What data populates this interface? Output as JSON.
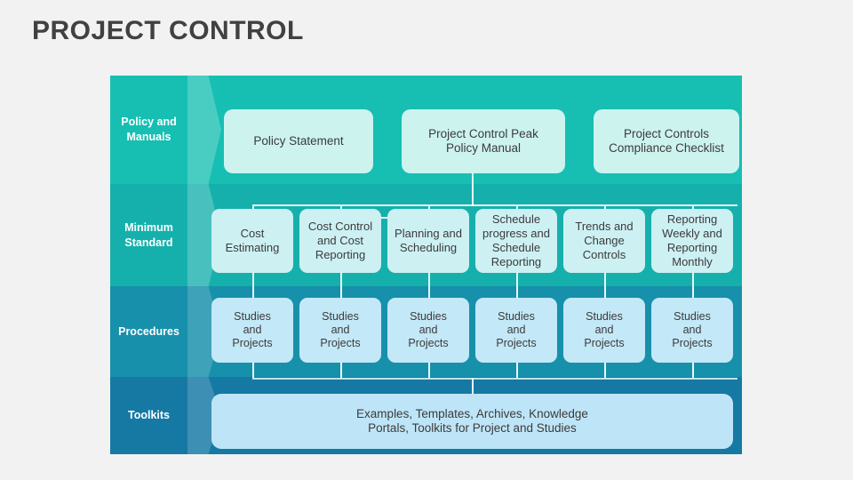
{
  "page": {
    "title": "PROJECT CONTROL",
    "background": "#f2f2f2",
    "title_color": "#414042"
  },
  "bands": [
    {
      "label": "Policy and\nManuals",
      "label_line1": "Policy and",
      "label_line2": "Manuals",
      "color": "#16bfb2",
      "body_color": "#16bfb2"
    },
    {
      "label": "Minimum\nStandard",
      "label_line1": "Minimum",
      "label_line2": "Standard",
      "color": "#15b0ac",
      "body_color": "#15b0ac"
    },
    {
      "label": "Procedures",
      "label_line1": "Procedures",
      "label_line2": "",
      "color": "#1790ab",
      "body_color": "#1790ab"
    },
    {
      "label": "Toolkits",
      "label_line1": "Toolkits",
      "label_line2": "",
      "color": "#1679a4",
      "body_color": "#1679a4"
    }
  ],
  "level1": {
    "nodes": [
      {
        "label": "Policy Statement"
      },
      {
        "label_line1": "Project Control Peak",
        "label_line2": "Policy Manual"
      },
      {
        "label_line1": "Project Controls",
        "label_line2": "Compliance Checklist"
      }
    ],
    "node_color": "#cdf3ef"
  },
  "level2": {
    "nodes": [
      {
        "label_line1": "Cost",
        "label_line2": "Estimating",
        "label_line3": "",
        "label_line4": ""
      },
      {
        "label_line1": "Cost Control",
        "label_line2": "and Cost",
        "label_line3": "Reporting",
        "label_line4": ""
      },
      {
        "label_line1": "Planning and",
        "label_line2": "Scheduling",
        "label_line3": "",
        "label_line4": ""
      },
      {
        "label_line1": "Schedule",
        "label_line2": "progress and",
        "label_line3": "Schedule",
        "label_line4": "Reporting"
      },
      {
        "label_line1": "Trends and",
        "label_line2": "Change",
        "label_line3": "Controls",
        "label_line4": ""
      },
      {
        "label_line1": "Reporting",
        "label_line2": "Weekly and",
        "label_line3": "Reporting",
        "label_line4": "Monthly"
      }
    ],
    "node_color": "#cdf0f3"
  },
  "level3": {
    "nodes": [
      {
        "label_line1": "Studies",
        "label_line2": "and",
        "label_line3": "Projects"
      },
      {
        "label_line1": "Studies",
        "label_line2": "and",
        "label_line3": "Projects"
      },
      {
        "label_line1": "Studies",
        "label_line2": "and",
        "label_line3": "Projects"
      },
      {
        "label_line1": "Studies",
        "label_line2": "and",
        "label_line3": "Projects"
      },
      {
        "label_line1": "Studies",
        "label_line2": "and",
        "label_line3": "Projects"
      },
      {
        "label_line1": "Studies",
        "label_line2": "and",
        "label_line3": "Projects"
      }
    ],
    "node_color": "#c3e8f7"
  },
  "level4": {
    "node": {
      "label_line1": "Examples, Templates, Archives, Knowledge",
      "label_line2": "Portals, Toolkits for Project and Studies"
    },
    "node_color": "#bee5f7"
  },
  "connector_color": "#e9f7f7"
}
